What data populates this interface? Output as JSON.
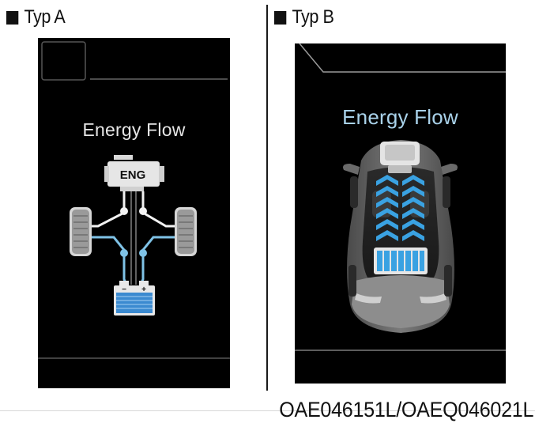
{
  "panel_a": {
    "label": "Typ A",
    "title": "Energy Flow",
    "engine_label": "ENG",
    "battery_minus": "−",
    "battery_plus": "+"
  },
  "panel_b": {
    "label": "Typ B",
    "title": "Energy Flow"
  },
  "figure_code": "OAE046151L/OAEQ046021L",
  "colors": {
    "screen_background": "#000000",
    "flow_blue": "#7fc2e6",
    "arrow_blue": "#3aa2e2",
    "title_blue": "#a9d2ea",
    "battery_blue": "#3b8ad0"
  }
}
